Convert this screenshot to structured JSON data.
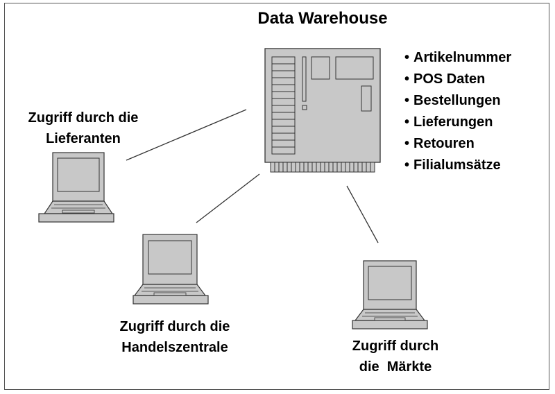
{
  "title": "Data Warehouse",
  "data_items": [
    "Artikelnummer",
    "POS Daten",
    "Bestellungen",
    "Lieferungen",
    "Retouren",
    "Filialumsätze"
  ],
  "clients": {
    "lieferanten": {
      "line1": "Zugriff durch die",
      "line2": "Lieferanten"
    },
    "handelszentrale": {
      "line1": "Zugriff durch die",
      "line2": "Handelszentrale"
    },
    "maerkte": {
      "line1": "Zugriff durch",
      "line2": "die  Märkte"
    }
  },
  "colors": {
    "device_fill": "#c8c8c8",
    "device_stroke": "#333333",
    "connector": "#333333"
  }
}
